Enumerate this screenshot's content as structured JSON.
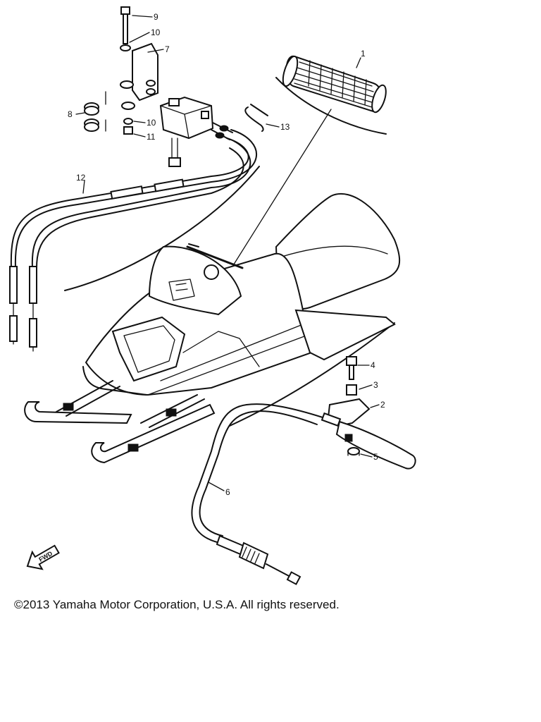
{
  "callouts": [
    {
      "id": "callout-1",
      "text": "1"
    },
    {
      "id": "callout-2",
      "text": "2"
    },
    {
      "id": "callout-3",
      "text": "3"
    },
    {
      "id": "callout-4",
      "text": "4"
    },
    {
      "id": "callout-5",
      "text": "5"
    },
    {
      "id": "callout-6",
      "text": "6"
    },
    {
      "id": "callout-7",
      "text": "7"
    },
    {
      "id": "callout-8",
      "text": "8"
    },
    {
      "id": "callout-9",
      "text": "9"
    },
    {
      "id": "callout-10a",
      "text": "10"
    },
    {
      "id": "callout-10b",
      "text": "10"
    },
    {
      "id": "callout-11",
      "text": "11"
    },
    {
      "id": "callout-12",
      "text": "12"
    },
    {
      "id": "callout-13",
      "text": "13"
    }
  ],
  "fwd_label": "FWD",
  "copyright": "©2013 Yamaha Motor Corporation, U.S.A. All rights reserved."
}
